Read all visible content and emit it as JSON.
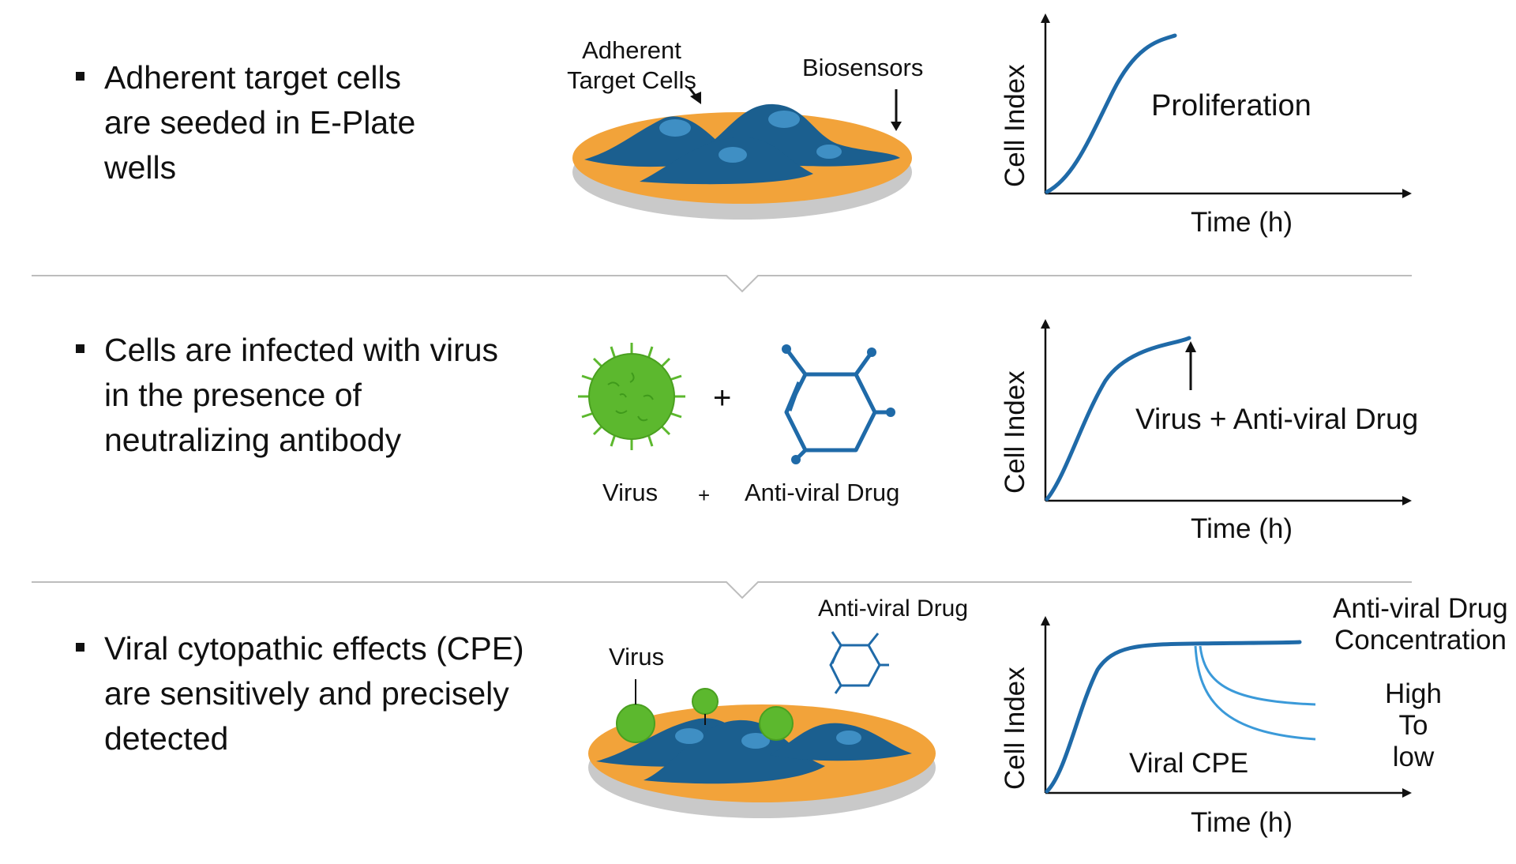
{
  "steps": [
    {
      "text_lines": [
        "Adherent target cells",
        "are seeded in E-Plate",
        "wells"
      ],
      "illustration": {
        "labels": {
          "cells": "Adherent\nTarget Cells",
          "biosensors": "Biosensors"
        }
      },
      "chart": {
        "annotation": "Proliferation",
        "ylabel": "Cell Index",
        "xlabel": "Time (h)"
      }
    },
    {
      "text_lines": [
        "Cells are infected with virus",
        "in the presence of",
        "neutralizing antibody"
      ],
      "illustration": {
        "plus": "+",
        "labels": {
          "virus": "Virus",
          "plus": "+",
          "drug": "Anti-viral Drug"
        }
      },
      "chart": {
        "annotation": "Virus + Anti-viral Drug",
        "ylabel": "Cell Index",
        "xlabel": "Time (h)"
      }
    },
    {
      "text_lines": [
        "Viral cytopathic effects (CPE)",
        "are sensitively and precisely",
        "detected"
      ],
      "illustration": {
        "labels": {
          "virus": "Virus",
          "drug": "Anti-viral Drug"
        }
      },
      "chart": {
        "annotation_top_1": "Anti-viral Drug",
        "annotation_top_2": "Concentration",
        "annotation_high": "High",
        "annotation_to": "To",
        "annotation_low": "low",
        "annotation_cpe": "Viral CPE",
        "ylabel": "Cell Index",
        "xlabel": "Time (h)"
      }
    }
  ],
  "colors": {
    "cell_blue": "#1b5f8f",
    "plate_orange": "#f2a33a",
    "plate_gray": "#c9c9c9",
    "virus_green": "#5cb82e",
    "curve_blue": "#1f6aa8",
    "curve_light": "#3b9ad9",
    "divider": "#bdbdbd"
  }
}
